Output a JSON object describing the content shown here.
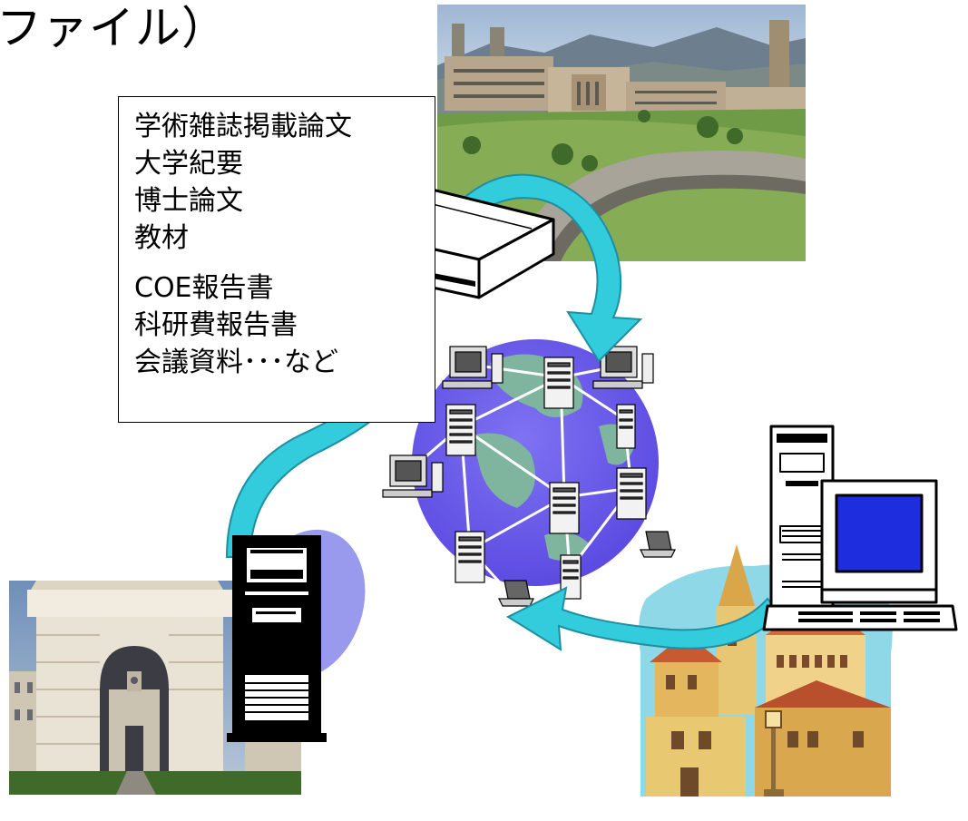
{
  "title": "ファイル）",
  "content_types": {
    "group1": [
      "学術雑誌掲載論文",
      "大学紀要",
      "博士論文",
      "教材"
    ],
    "group2": [
      "COE報告書",
      "科研費報告書",
      "会議資料･･･など"
    ]
  },
  "colors": {
    "arrow": "#33CCDD",
    "arrow_outline": "#1E8FA0",
    "globe": "#6A5AE8",
    "land": "#7FB59F",
    "server_blob": "#9999EE",
    "monitor_screen": "#1E2DDE",
    "town_sky": "#8FD8E8"
  },
  "icons": [
    "campus-photo",
    "archway-photo",
    "town-illustration",
    "network-globe",
    "router-icon",
    "server-tower-icon",
    "workstation-icon"
  ]
}
